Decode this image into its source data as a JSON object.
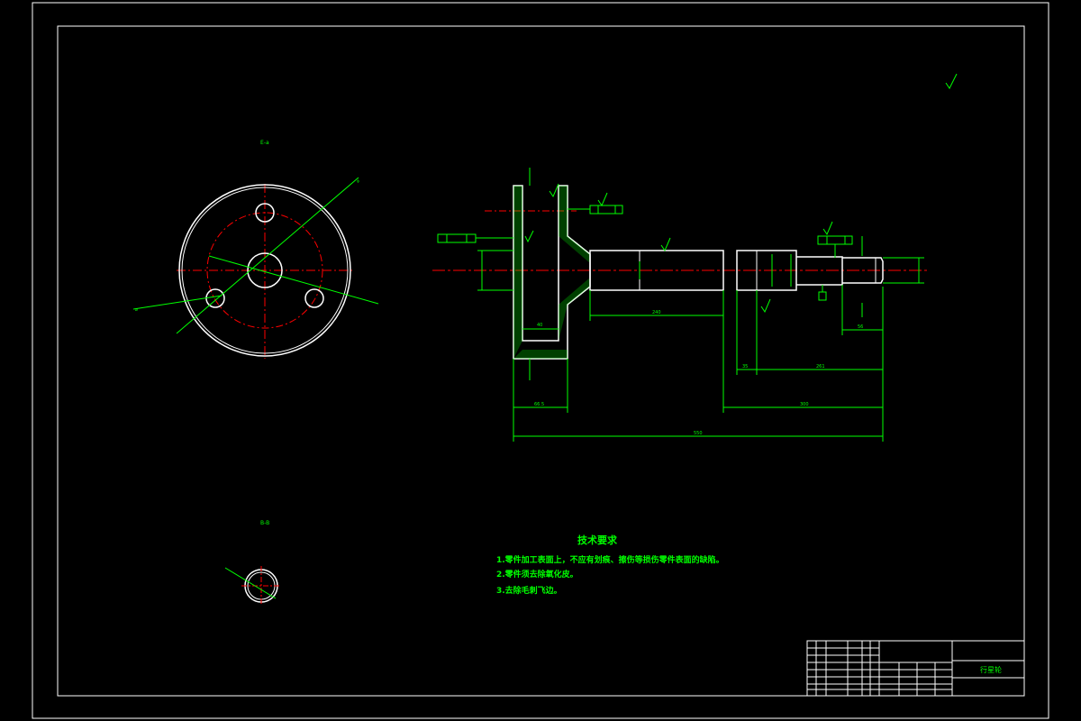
{
  "drawing": {
    "views": {
      "flange_view_label": "E-a",
      "section_view_label": "B-B"
    },
    "technical_requirements": {
      "title": "技术要求",
      "items": [
        "1.零件加工表面上，不应有划痕、擦伤等损伤零件表面的缺陷。",
        "2.零件须去除氧化皮。",
        "3.去除毛刺飞边。"
      ]
    },
    "title_block": {
      "drawing_name": "行星轮"
    },
    "dimensions": {
      "overall_length": "550",
      "segment_long": "300",
      "segment_mid": "261",
      "segment_short": "35",
      "shaft_section": "240",
      "flange_offset": "40",
      "flange_width": "66.5",
      "end_length": "56"
    },
    "colors": {
      "background": "#000000",
      "frame": "#ffffff",
      "lines": "#00ff00",
      "centerlines": "#ff0000",
      "annotations": "#00ffff"
    }
  }
}
